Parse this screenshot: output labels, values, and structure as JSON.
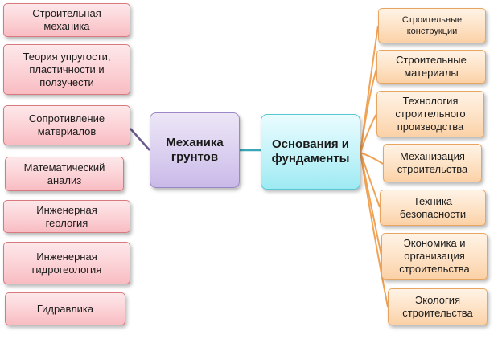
{
  "center": {
    "primary": "Механика\nгрунтов",
    "secondary": "Основания и\nфундаменты"
  },
  "left_nodes": [
    "Строительная\nмеханика",
    "Теория упругости,\nпластичности и\nползучести",
    "Сопротивление\nматериалов",
    "Математический\nанализ",
    "Инженерная\nгеология",
    "Инженерная\nгидрогеология",
    "Гидравлика"
  ],
  "right_nodes": [
    "Строительные\nконструкции",
    "Строительные\nматериалы",
    "Технология\nстроительного\nпроизводства",
    "Механизация\nстроительства",
    "Техника\nбезопасности",
    "Экономика и\nорганизация\nстроительства",
    "Экология\nстроительства"
  ],
  "colors": {
    "left_fill": "#fbcfd3",
    "left_border": "#d7797f",
    "right_fill": "#fde0c2",
    "right_border": "#e8a561",
    "primary_fill": "#d9cdef",
    "secondary_fill": "#bff2f8",
    "link_left": "#6b5a8c",
    "link_center": "#3aa7b8",
    "link_right": "#f0a355"
  }
}
